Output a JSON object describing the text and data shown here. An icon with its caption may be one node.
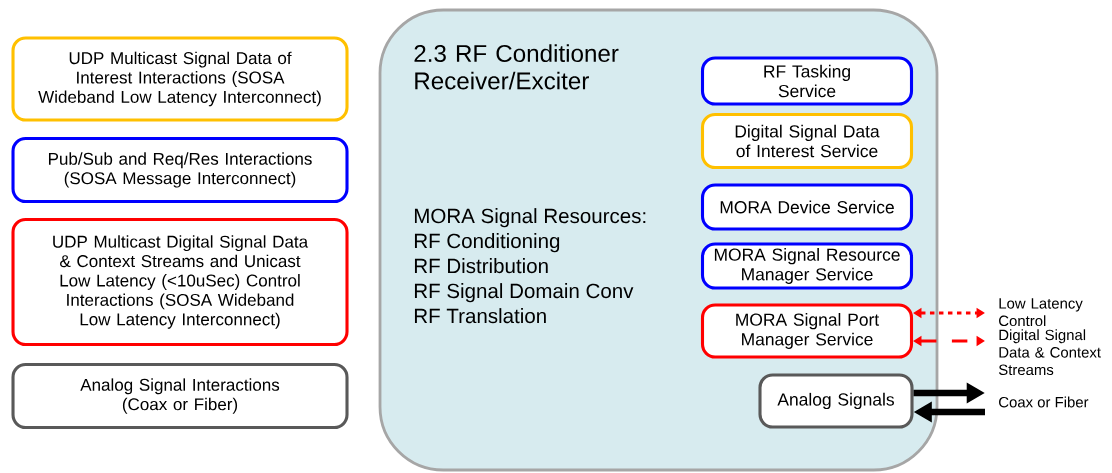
{
  "diagram": {
    "nodes": [
      {
        "text": [
          "UDP Multicast Signal Data of Interest Interactions (SOSA Wideband Low Latency Interconnect)"
        ]
      },
      {
        "text": [
          "Pub/Sub and Req/Res Interactions (SOSA Message Interconnect)"
        ]
      },
      {
        "text": [
          "UDP Multicast Digital Signal Data & Context Streams and Unicast Low Latency (<10uSec) Control Interactions (SOSA Wideband Low Latency Interconnect)"
        ]
      },
      {
        "text": [
          "Analog Signal Interactions (Coax or Fiber)"
        ]
      },
      {
        "text": [
          "2.3 RF Conditioner Receiver/Exciter",
          "MORA Signal Resources:",
          "RF Conditioning",
          "RF Distribution",
          "RF Signal Domain Conv",
          "RF Translation"
        ]
      },
      {
        "text": [
          "RF Tasking Service"
        ],
        "in": 4
      },
      {
        "text": [
          "Digital Signal Data of Interest Service"
        ],
        "in": 4
      },
      {
        "text": [
          "MORA Device Service"
        ],
        "in": 4
      },
      {
        "text": [
          "MORA Signal Resource Manager Service"
        ],
        "in": 4
      },
      {
        "text": [
          "MORA Signal Port Manager Service"
        ],
        "in": 4
      },
      {
        "text": [
          "Analog Signals"
        ],
        "in": 4
      }
    ],
    "edges": [
      {
        "from": 9,
        "to": null,
        "arrow": "both",
        "style": "dashed",
        "color": "#ff0000",
        "label": "Low Latency Control"
      },
      {
        "from": 9,
        "to": null,
        "arrow": "both",
        "style": "dashed",
        "color": "#ff0000",
        "label": "Digital Signal Data & Context Streams"
      },
      {
        "from": 10,
        "to": null,
        "arrow": "to",
        "style": "thick",
        "color": "#000000"
      },
      {
        "from": null,
        "to": 10,
        "arrow": "to",
        "style": "thick",
        "color": "#000000"
      }
    ],
    "labels": [
      "Coax or Fiber"
    ]
  }
}
